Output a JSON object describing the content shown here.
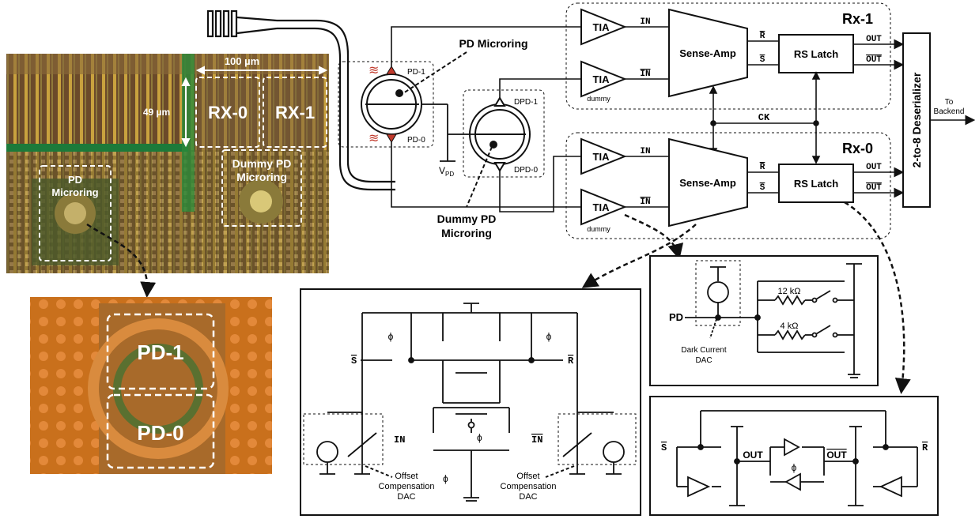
{
  "photo": {
    "dim_width": "100 µm",
    "dim_height": "49 µm",
    "rx0": "RX-0",
    "rx1": "RX-1",
    "dummy_pd_line1": "Dummy PD",
    "dummy_pd_line2": "Microring",
    "pd_line1": "PD",
    "pd_line2": "Microring",
    "zoom_pd1": "PD-1",
    "zoom_pd0": "PD-0"
  },
  "optical": {
    "pd_microring": "PD Microring",
    "pd1": "PD-1",
    "pd0": "PD-0",
    "dpd1": "DPD-1",
    "dpd0": "DPD-0",
    "vpd": "V",
    "vpd_sub": "PD",
    "dummy_line1": "Dummy PD",
    "dummy_line2": "Microring"
  },
  "rx1": {
    "title": "Rx-1",
    "tia": "TIA",
    "tia_dummy": "TIA",
    "dummy": "dummy",
    "in": "IN",
    "inb": "IN",
    "senseamp": "Sense-Amp",
    "rb": "R",
    "sb": "S",
    "latch": "RS Latch",
    "out": "OUT",
    "outb": "OUT"
  },
  "rx0": {
    "title": "Rx-0",
    "tia": "TIA",
    "tia_dummy": "TIA",
    "dummy": "dummy",
    "in": "IN",
    "inb": "IN",
    "senseamp": "Sense-Amp",
    "rb": "R",
    "sb": "S",
    "latch": "RS Latch",
    "out": "OUT",
    "outb": "OUT"
  },
  "ck": "CK",
  "deserializer": "2-to-8 Deserializer",
  "backend_line1": "To",
  "backend_line2": "Backend",
  "sa_schematic": {
    "phi": "ϕ",
    "sb": "S",
    "rb": "R",
    "in": "IN",
    "inb": "IN",
    "offset_line1": "Offset",
    "offset_line2": "Compensation",
    "offset_line3": "DAC"
  },
  "tia_schematic": {
    "pd": "PD",
    "r1": "12 kΩ",
    "r2": "4 kΩ",
    "dark_line1": "Dark Current",
    "dark_line2": "DAC"
  },
  "latch_schematic": {
    "sb": "S",
    "rb": "R",
    "out": "OUT",
    "outb": "OUT",
    "phi": "ϕ"
  }
}
